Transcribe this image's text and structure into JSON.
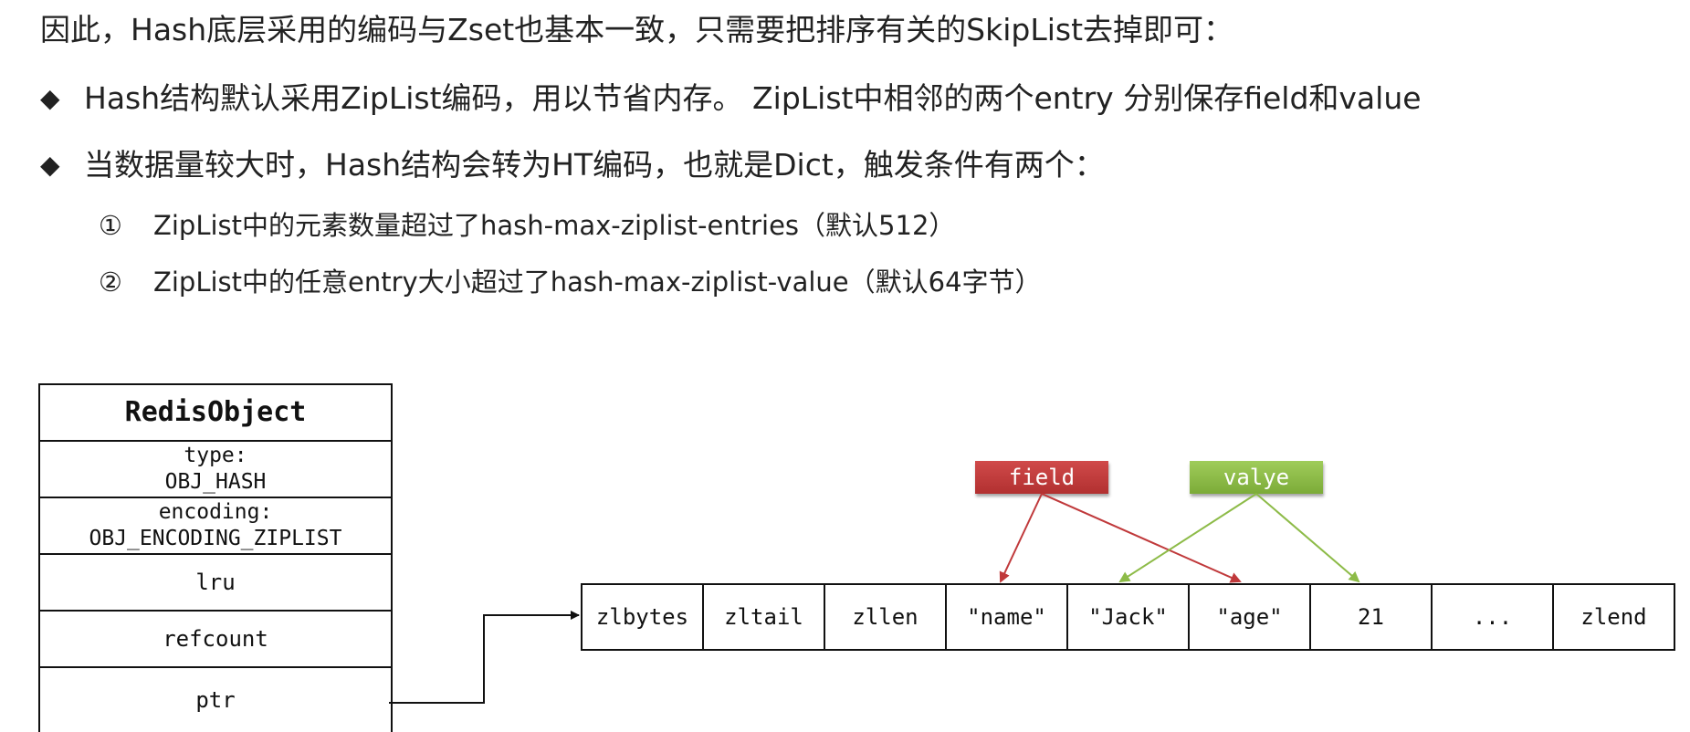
{
  "intro": "因此，Hash底层采用的编码与Zset也基本一致，只需要把排序有关的SkipList去掉即可：",
  "bullets": [
    {
      "mark": "◆",
      "text": "Hash结构默认采用ZipList编码，用以节省内存。 ZipList中相邻的两个entry 分别保存field和value"
    },
    {
      "mark": "◆",
      "text": "当数据量较大时，Hash结构会转为HT编码，也就是Dict，触发条件有两个："
    }
  ],
  "conditions": [
    {
      "num": "①",
      "text": "ZipList中的元素数量超过了hash-max-ziplist-entries（默认512）"
    },
    {
      "num": "②",
      "text": "ZipList中的任意entry大小超过了hash-max-ziplist-value（默认64字节）"
    }
  ],
  "redis_object": {
    "title": "RedisObject",
    "type_label": "type:",
    "type_value": "OBJ_HASH",
    "encoding_label": "encoding:",
    "encoding_value": "OBJ_ENCODING_ZIPLIST",
    "lru": "lru",
    "refcount": "refcount",
    "ptr": "ptr"
  },
  "ziplist": [
    "zlbytes",
    "zltail",
    "zllen",
    "\"name\"",
    "\"Jack\"",
    "\"age\"",
    "21",
    "...",
    "zlend"
  ],
  "labels": {
    "field": "field",
    "value": "valye"
  },
  "colors": {
    "field": "#c0393b",
    "value": "#8dbb48",
    "line": "#111111"
  }
}
